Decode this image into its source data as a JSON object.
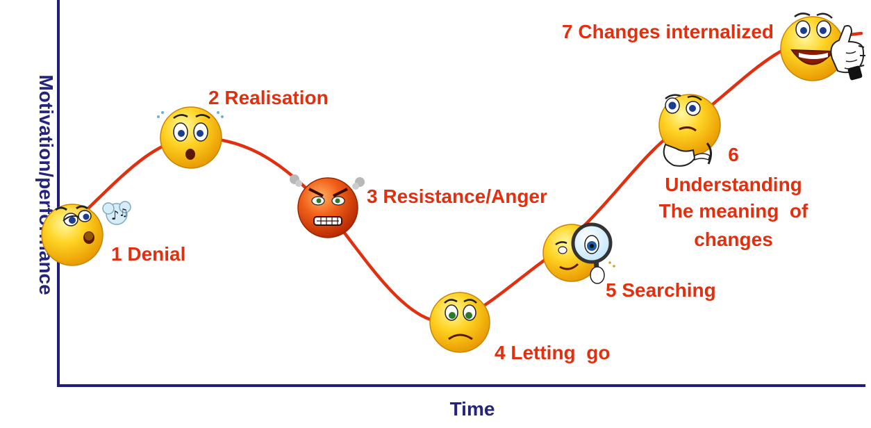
{
  "axes": {
    "y_label": "Motivation/performance",
    "x_label": "Time"
  },
  "stages": [
    {
      "label": "1 Denial",
      "emotion": "denial-whistling-face-icon"
    },
    {
      "label": "2 Realisation",
      "emotion": "shocked-face-icon"
    },
    {
      "label": "3 Resistance/Anger",
      "emotion": "angry-face-icon"
    },
    {
      "label": "4 Letting  go",
      "emotion": "sad-face-icon"
    },
    {
      "label": "5 Searching",
      "emotion": "searching-magnifier-face-icon"
    },
    {
      "label_lines": [
        "6",
        "Understanding",
        "The meaning  of",
        "changes"
      ],
      "emotion": "thinking-face-icon"
    },
    {
      "label": "7 Changes internalized",
      "emotion": "thumbs-up-face-icon"
    }
  ],
  "colors": {
    "axis": "#1f1f7a",
    "axis_text": "#24247d",
    "curve": "#e03010",
    "stage_text": "#e03010",
    "face_yellow": "#f7c716",
    "face_red": "#e84a10"
  }
}
